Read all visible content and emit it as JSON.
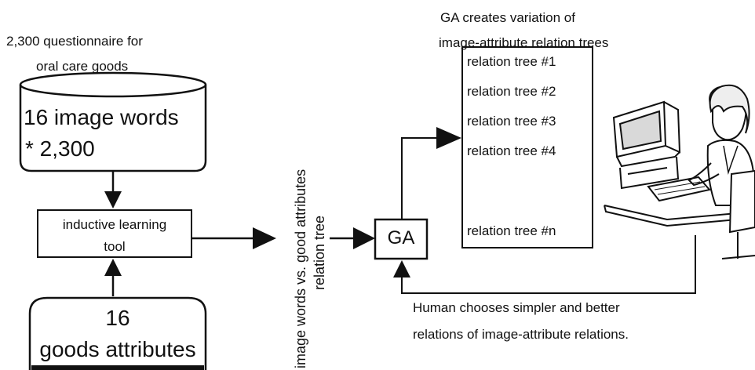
{
  "database": {
    "caption_line1": "2,300 questionnaire for",
    "caption_line2": "oral care goods",
    "content_line1": "16 image words",
    "content_line2": "* 2,300"
  },
  "learning_tool": {
    "line1": "inductive learning",
    "line2": "tool"
  },
  "attributes_box": {
    "line1": "16",
    "line2": "goods attributes"
  },
  "relation_label": {
    "line1": "image words vs. good attributes",
    "line2": "relation tree"
  },
  "ga_box": {
    "label": "GA"
  },
  "ga_caption": {
    "line1": "GA creates variation of",
    "line2": "image-attribute relation trees"
  },
  "relation_trees": [
    "relation tree #1",
    "relation tree #2",
    "relation tree #3",
    "relation tree #4",
    "relation tree #n"
  ],
  "human_caption": {
    "line1": "Human chooses simpler and better",
    "line2": "relations of image-attribute relations."
  },
  "icons": {
    "person": "person-at-computer-icon"
  },
  "colors": {
    "stroke": "#111111",
    "background": "#ffffff"
  }
}
